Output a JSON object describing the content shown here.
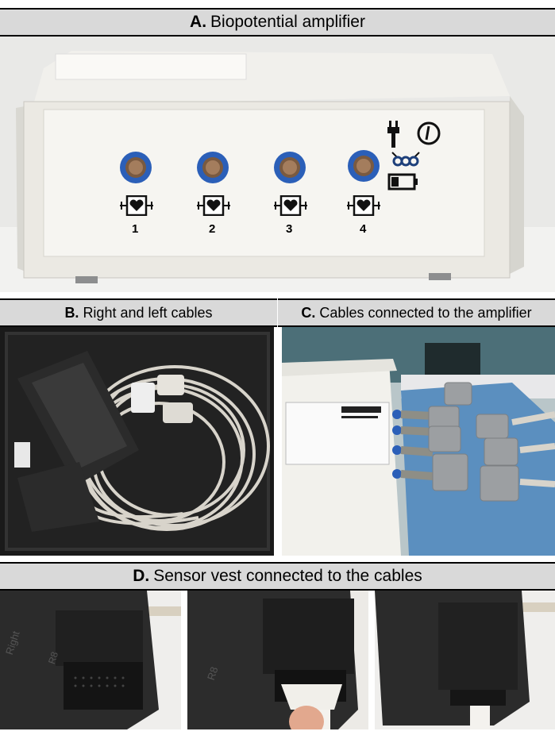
{
  "panels": {
    "a": {
      "letter": "A.",
      "title": "Biopotential amplifier",
      "channels": [
        "1",
        "2",
        "3",
        "4"
      ]
    },
    "b": {
      "letter": "B.",
      "title": "Right and left cables"
    },
    "c": {
      "letter": "C.",
      "title": "Cables connected to the amplifier"
    },
    "d": {
      "letter": "D.",
      "title": "Sensor vest connected to the cables",
      "connector_labels": [
        "Right",
        "R8"
      ]
    }
  },
  "colors": {
    "header_bg": "#d9d9d9",
    "connector_blue": "#2b5fb8",
    "cable_grey": "#d8d4cb",
    "pad_black": "#2b2b2b"
  }
}
